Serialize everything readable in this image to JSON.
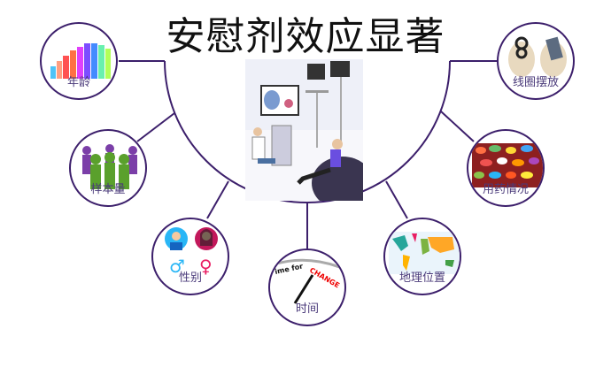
{
  "title": "安慰剂效应显著",
  "colors": {
    "line": "#3c1f6b",
    "label": "#4a3a7a"
  },
  "factors": [
    {
      "id": "age",
      "label": "年龄",
      "icon": "people-aging-icon"
    },
    {
      "id": "sample",
      "label": "样本量",
      "icon": "crowd-icon"
    },
    {
      "id": "gender",
      "label": "性别",
      "icon": "gender-icon"
    },
    {
      "id": "time",
      "label": "时间",
      "icon": "gauge-icon",
      "gauge_text_a": "ime for",
      "gauge_text_b": "CHANGE"
    },
    {
      "id": "geo",
      "label": "地理位置",
      "icon": "world-map-icon"
    },
    {
      "id": "medication",
      "label": "用药情况",
      "icon": "pills-icon"
    },
    {
      "id": "coil",
      "label": "线圈摆放",
      "icon": "tms-coil-head-icon"
    }
  ]
}
